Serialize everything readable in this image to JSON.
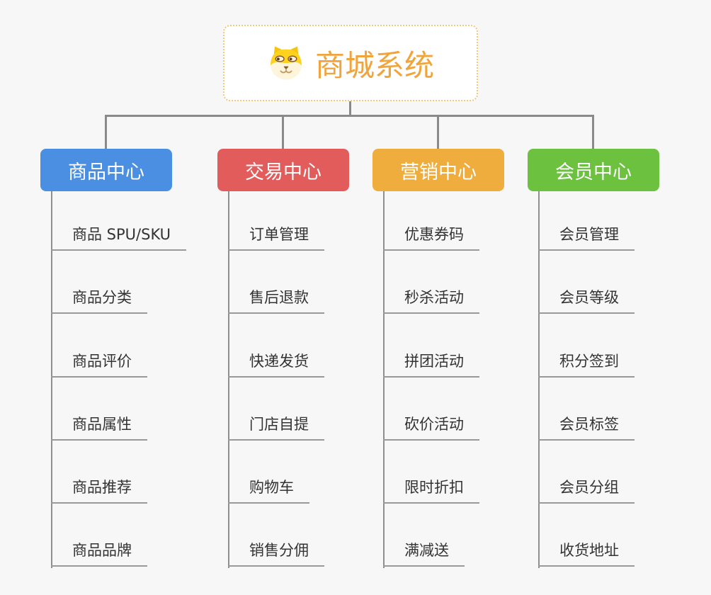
{
  "root": {
    "title": "商城系统",
    "icon": "dog-face-icon"
  },
  "colors": {
    "background": "#f7f7f7",
    "root_border": "#f3c878",
    "root_title": "#f0a43c",
    "connector": "#8a8a8a",
    "underline": "#999999",
    "leaf_text": "#333333",
    "branch_product": "#4b8fe2",
    "branch_trade": "#e25c5c",
    "branch_marketing": "#efad3e",
    "branch_member": "#6cc13f"
  },
  "branches": [
    {
      "label": "商品中心",
      "color": "#4b8fe2",
      "items": [
        "商品 SPU/SKU",
        "商品分类",
        "商品评价",
        "商品属性",
        "商品推荐",
        "商品品牌"
      ]
    },
    {
      "label": "交易中心",
      "color": "#e25c5c",
      "items": [
        "订单管理",
        "售后退款",
        "快递发货",
        "门店自提",
        "购物车",
        "销售分佣"
      ]
    },
    {
      "label": "营销中心",
      "color": "#efad3e",
      "items": [
        "优惠券码",
        "秒杀活动",
        "拼团活动",
        "砍价活动",
        "限时折扣",
        "满减送"
      ]
    },
    {
      "label": "会员中心",
      "color": "#6cc13f",
      "items": [
        "会员管理",
        "会员等级",
        "积分签到",
        "会员标签",
        "会员分组",
        "收货地址"
      ]
    }
  ]
}
